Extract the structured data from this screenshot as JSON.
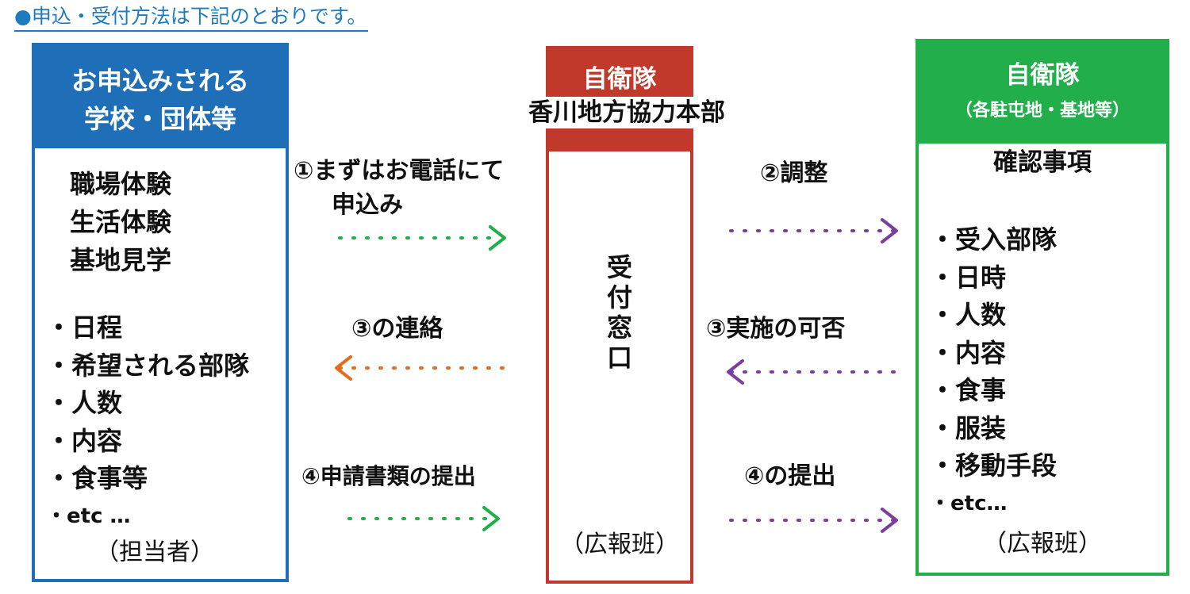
{
  "heading": "●申込・受付方法は下記のとおりです。",
  "left": {
    "title_line1": "お申込みされる",
    "title_line2": "学校・団体等",
    "activities": [
      "職場体験",
      "生活体験",
      "基地見学"
    ],
    "items": [
      "・日程",
      "・希望される部隊",
      "・人数",
      "・内容",
      "・食事等",
      "・etc …"
    ],
    "footer": "（担当者）"
  },
  "middle": {
    "title_line1": "自衛隊",
    "title_line2": "香川地方協力本部",
    "vertical": [
      "受",
      "付",
      "窓",
      "口"
    ],
    "footer": "（広報班）"
  },
  "right": {
    "title_line1": "自衛隊",
    "title_line2": "（各駐屯地・基地等）",
    "subtitle": "確認事項",
    "items": [
      "・受入部隊",
      "・日時",
      "・人数",
      "・内容",
      "・食事",
      "・服装",
      "・移動手段",
      "・etc…"
    ],
    "footer": "（広報班）"
  },
  "flows": {
    "step1_line1": "①まずはお電話にて",
    "step1_line2": "申込み",
    "step2": "②調整",
    "step3_left": "③の連絡",
    "step3_right": "③実施の可否",
    "step4_left": "④申請書類の提出",
    "step4_right": "④の提出"
  },
  "colors": {
    "blue": "#1f6fb8",
    "red": "#c0392b",
    "green": "#22ae4b",
    "purple": "#7b3f9e",
    "orange": "#e36c1d",
    "heading": "#1e7bbf"
  }
}
